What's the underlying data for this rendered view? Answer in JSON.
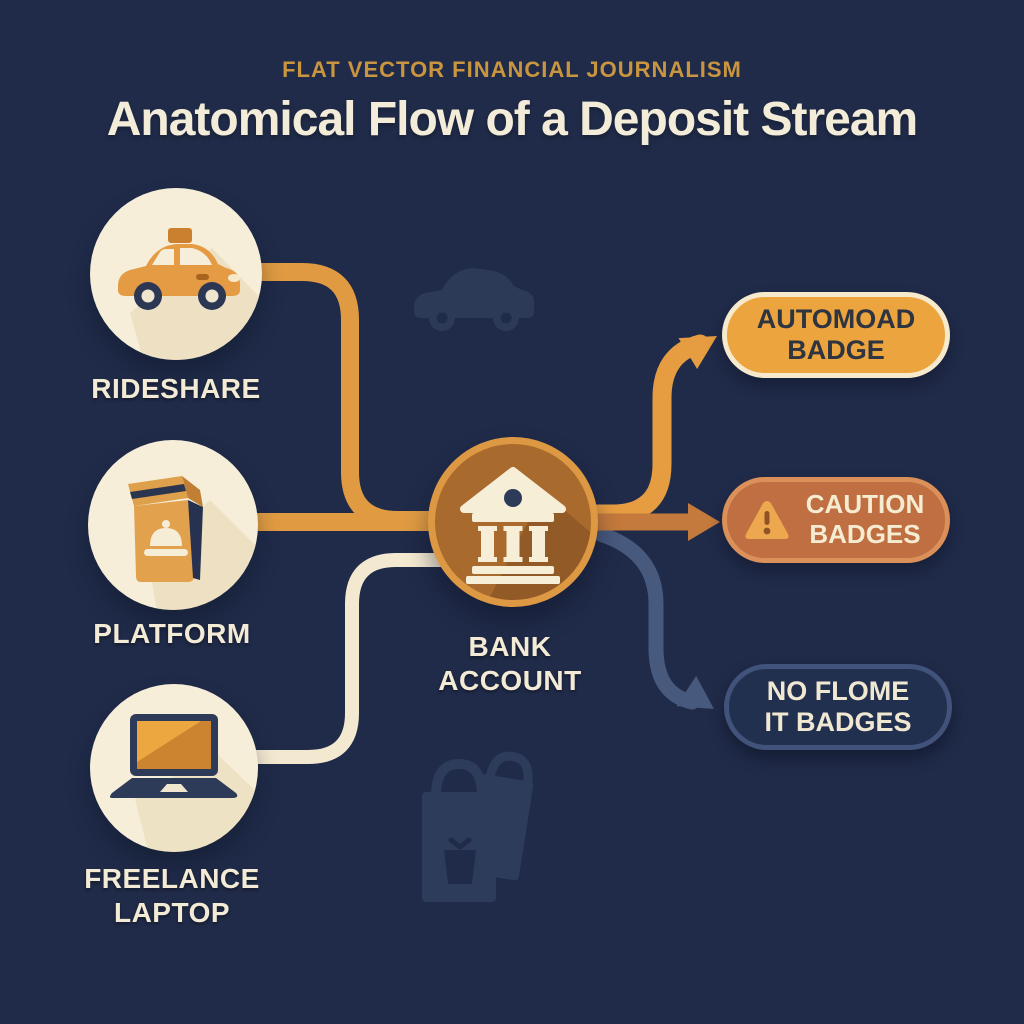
{
  "header": {
    "kicker": "FLAT VECTOR FINANCIAL JOURNALISM",
    "title": "Anatomical Flow of a Deposit Stream"
  },
  "sources": [
    {
      "id": "rideshare",
      "label": "RIDESHARE",
      "icon": "taxi-car-icon"
    },
    {
      "id": "platform",
      "label": "PLATFORM",
      "icon": "food-delivery-bag-icon"
    },
    {
      "id": "freelance-laptop",
      "label": "FREELANCE\nLAPTOP",
      "icon": "laptop-icon"
    }
  ],
  "center": {
    "id": "bank-account",
    "label": "BANK\nACCOUNT",
    "icon": "bank-building-icon"
  },
  "badges": [
    {
      "id": "automoad-badge",
      "label": "AUTOMOAD\nBADGE",
      "style": "orange-filled"
    },
    {
      "id": "caution-badges",
      "label": "CAUTION\nBADGES",
      "style": "terracotta-filled",
      "icon": "warning-triangle-icon"
    },
    {
      "id": "no-flome-it-badges",
      "label": "NO FLOME\nIT BADGES",
      "style": "navy-outline"
    }
  ],
  "background_icons": [
    "car-silhouette-icon",
    "shopping-bag-silhouette-icon"
  ],
  "colors": {
    "background": "#202b49",
    "cream": "#f6eed9",
    "kicker_gold": "#c9953f",
    "title_cream": "#f3ecd8",
    "label_cream": "#f3ebd5",
    "line_orange": "#e09b42",
    "line_cream": "#f3e9d1",
    "arrow_orange_bright": "#e69d41",
    "arrow_orange_dark": "#c47a3c",
    "arrow_slate_blue": "#47597d",
    "bank_ring": "#dd9844",
    "bank_fill": "#a96a2d",
    "badge_orange": "#eba43e",
    "badge_orange_border": "#f6e9cc",
    "badge_terracotta": "#bf6f41",
    "badge_terracotta_border": "#da9058",
    "badge_navy": "#223050",
    "badge_navy_border": "#41537a",
    "badge_text_dark": "#2e3440",
    "ghost_icon": "#2c3a58"
  }
}
